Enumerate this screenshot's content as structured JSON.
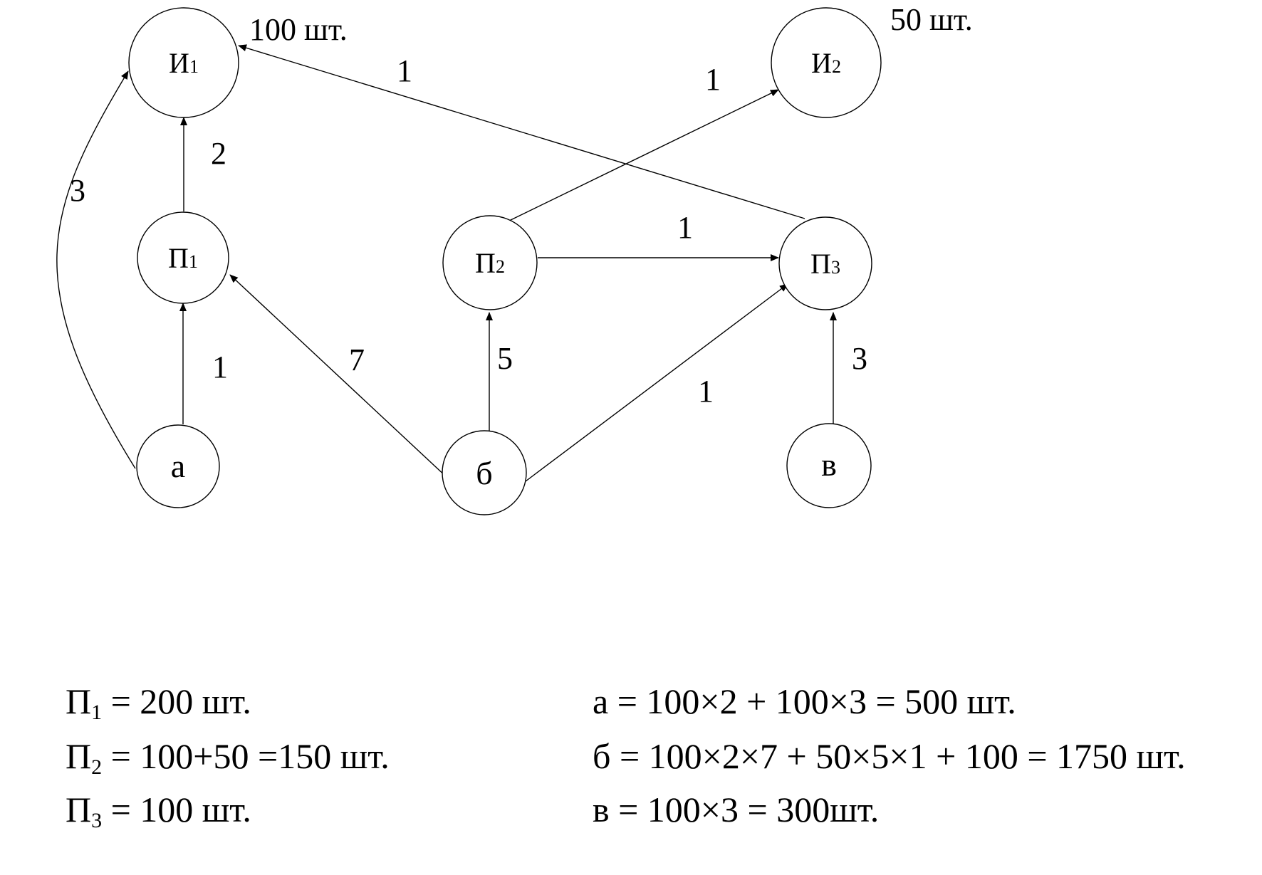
{
  "nodes": {
    "i1": {
      "letter": "И",
      "sub": "1",
      "qty": "100 шт."
    },
    "i2": {
      "letter": "И",
      "sub": "2",
      "qty": "50 шт."
    },
    "p1": {
      "letter": "П",
      "sub": "1"
    },
    "p2": {
      "letter": "П",
      "sub": "2"
    },
    "p3": {
      "letter": "П",
      "sub": "3"
    },
    "a": {
      "label": "а"
    },
    "b": {
      "label": "б"
    },
    "v": {
      "label": "в"
    }
  },
  "edges": {
    "a_i1": "3",
    "p1_i1": "2",
    "p3_i1": "1",
    "p2_i2": "1",
    "p2_p3": "1",
    "a_p1": "1",
    "b_p1": "7",
    "b_p2": "5",
    "b_p3": "1",
    "v_p3": "3"
  },
  "calculations": {
    "left": [
      {
        "letter": "П",
        "sub": "1",
        "text": " = 200 шт."
      },
      {
        "letter": "П",
        "sub": "2",
        "text": " = 100+50 =150 шт."
      },
      {
        "letter": "П",
        "sub": "3",
        "text": " = 100 шт."
      }
    ],
    "right": [
      "а = 100×2 + 100×3 = 500  шт.",
      "б = 100×2×7 + 50×5×1 + 100 = 1750 шт.",
      "в = 100×3 = 300шт."
    ]
  }
}
